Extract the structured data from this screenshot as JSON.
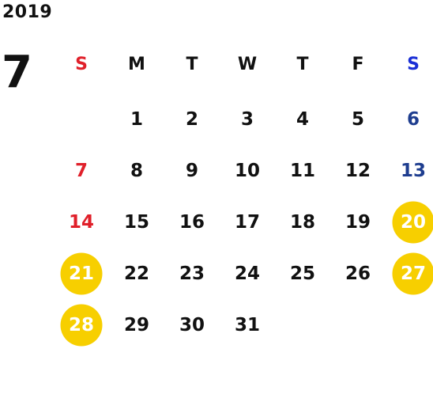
{
  "year": "2019",
  "month": "7",
  "colors": {
    "default_text": "#111111",
    "sunday_header": "#e0202a",
    "saturday_header": "#1a2fd6",
    "sunday_date": "#e0202a",
    "saturday_date": "#1e3d8f",
    "highlight_fill": "#f7cf00",
    "highlight_text": "#ffffff"
  },
  "weekdays": [
    "S",
    "M",
    "T",
    "W",
    "T",
    "F",
    "S"
  ],
  "weeks": [
    [
      "",
      "1",
      "2",
      "3",
      "4",
      "5",
      "6"
    ],
    [
      "7",
      "8",
      "9",
      "10",
      "11",
      "12",
      "13"
    ],
    [
      "14",
      "15",
      "16",
      "17",
      "18",
      "19",
      "20"
    ],
    [
      "21",
      "22",
      "23",
      "24",
      "25",
      "26",
      "27"
    ],
    [
      "28",
      "29",
      "30",
      "31",
      "",
      "",
      ""
    ]
  ],
  "highlighted_dates": [
    "20",
    "21",
    "27",
    "28"
  ]
}
